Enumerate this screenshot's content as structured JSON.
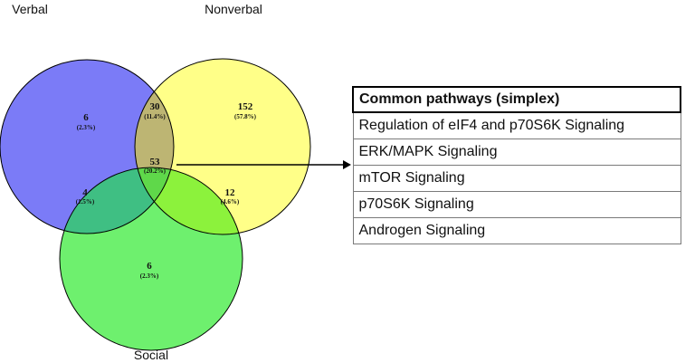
{
  "sets": {
    "verbal": {
      "label": "Verbal",
      "color": "#7b7bf7"
    },
    "nonverbal": {
      "label": "Nonverbal",
      "color": "#ffff88"
    },
    "social": {
      "label": "Social",
      "color": "#6ef06e"
    }
  },
  "regions": {
    "verbal_only": {
      "count": "6",
      "pct": "(2.3%)"
    },
    "verbal_nonverbal": {
      "count": "30",
      "pct": "(11.4%)"
    },
    "nonverbal_only": {
      "count": "152",
      "pct": "(57.8%)"
    },
    "all_three": {
      "count": "53",
      "pct": "(20.2%)"
    },
    "verbal_social": {
      "count": "4",
      "pct": "(1.5%)"
    },
    "nonverbal_social": {
      "count": "12",
      "pct": "(4.6%)"
    },
    "social_only": {
      "count": "6",
      "pct": "(2.3%)"
    }
  },
  "table": {
    "header": "Common pathways (simplex)",
    "rows": [
      "Regulation of eIF4 and p70S6K Signaling",
      "ERK/MAPK Signaling",
      "mTOR Signaling",
      "p70S6K Signaling",
      "Androgen Signaling"
    ]
  }
}
